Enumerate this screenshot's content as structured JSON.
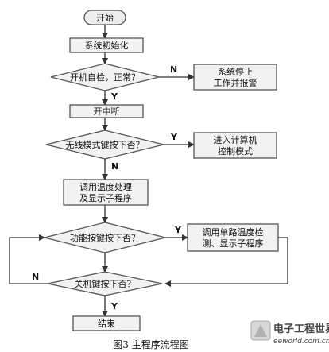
{
  "nodes": {
    "start": "开始",
    "init": "系统初始化",
    "self_check": "开机自检，正常？",
    "stop_line1": "系统停止",
    "stop_line2": "工作并报警",
    "open_int": "开中断",
    "wireless": "无线模式键按下否？",
    "pc_line1": "进入计算机",
    "pc_line2": "控制模式",
    "temp_line1": "调用温度处理",
    "temp_line2": "及显示子程序",
    "func": "功能按键按下否？",
    "single_line1": "调用单路温度检",
    "single_line2": "测、显示子程序",
    "shutdown": "关机键按下否？",
    "end": "结束"
  },
  "labels": {
    "n1": "N",
    "y1": "Y",
    "y2": "Y",
    "n2": "N",
    "y3": "Y",
    "n3": "N",
    "y4": "Y"
  },
  "caption": "图3 主程序流程图",
  "watermark": {
    "title": "电子工程世界",
    "url": "eeworld.com.cn"
  }
}
